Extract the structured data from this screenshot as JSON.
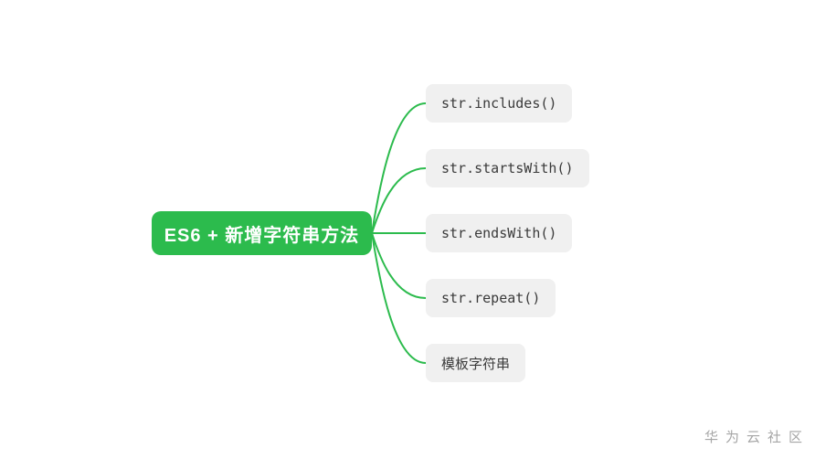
{
  "mindmap": {
    "root": {
      "label": "ES6 + 新增字符串方法"
    },
    "children": [
      {
        "label": "str.includes()"
      },
      {
        "label": "str.startsWith()"
      },
      {
        "label": "str.endsWith()"
      },
      {
        "label": "str.repeat()"
      },
      {
        "label": "模板字符串"
      }
    ]
  },
  "watermark": {
    "text": "华为云社区"
  },
  "colors": {
    "brand_green": "#2CBB4D",
    "node_bg": "#F0F0F0",
    "node_text": "#3A3A3A",
    "root_text": "#FFFFFF",
    "watermark_text": "#A6A6A6"
  }
}
